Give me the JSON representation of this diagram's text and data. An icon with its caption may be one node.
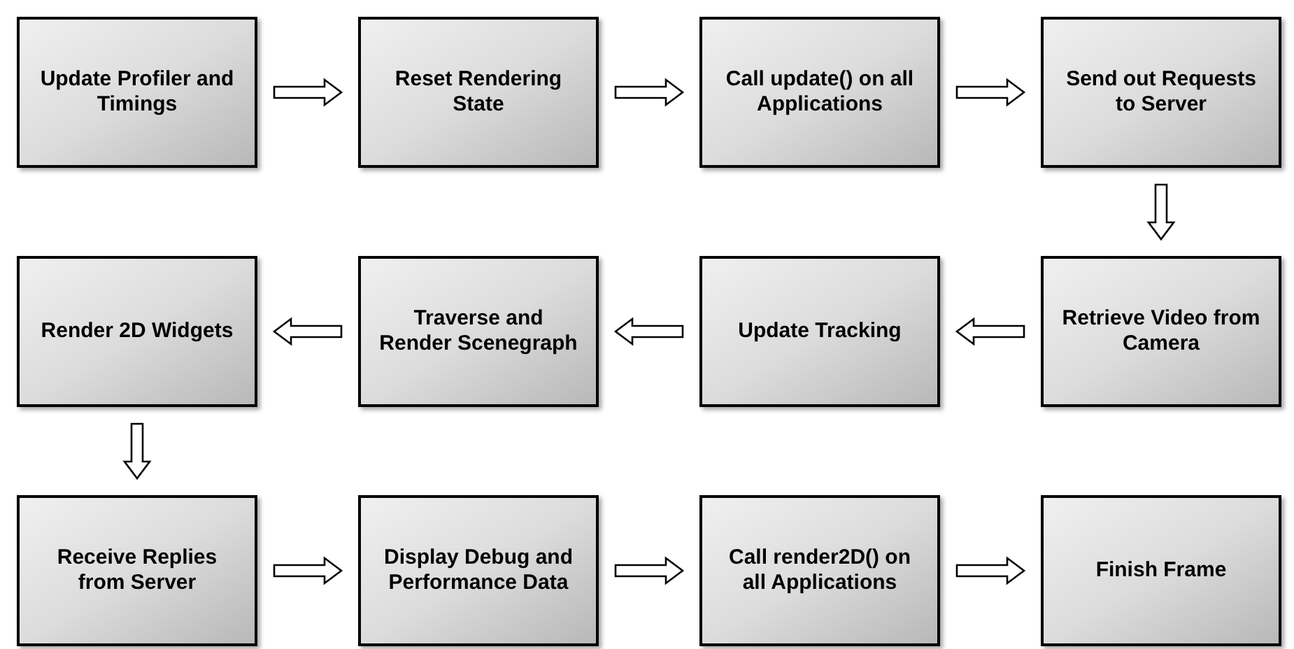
{
  "diagram": {
    "nodes": [
      {
        "text": [
          "Update Profiler and Timings"
        ]
      },
      {
        "text": [
          "Reset Rendering State"
        ]
      },
      {
        "text": [
          "Call update() on all Applications"
        ]
      },
      {
        "text": [
          "Send out Requests to Server"
        ]
      },
      {
        "text": [
          "Render 2D Widgets"
        ]
      },
      {
        "text": [
          "Traverse and Render Scenegraph"
        ]
      },
      {
        "text": [
          "Update Tracking"
        ]
      },
      {
        "text": [
          "Retrieve Video from Camera"
        ]
      },
      {
        "text": [
          "Receive Replies from Server"
        ]
      },
      {
        "text": [
          "Display Debug and Performance Data"
        ]
      },
      {
        "text": [
          "Call render2D() on all Applications"
        ]
      },
      {
        "text": [
          "Finish Frame"
        ]
      }
    ],
    "edges": [
      {
        "from": 0,
        "to": 1,
        "arrow": "to"
      },
      {
        "from": 1,
        "to": 2,
        "arrow": "to"
      },
      {
        "from": 2,
        "to": 3,
        "arrow": "to"
      },
      {
        "from": 3,
        "to": 7,
        "arrow": "to"
      },
      {
        "from": 7,
        "to": 6,
        "arrow": "to"
      },
      {
        "from": 6,
        "to": 5,
        "arrow": "to"
      },
      {
        "from": 5,
        "to": 4,
        "arrow": "to"
      },
      {
        "from": 4,
        "to": 8,
        "arrow": "to"
      },
      {
        "from": 8,
        "to": 9,
        "arrow": "to"
      },
      {
        "from": 9,
        "to": 10,
        "arrow": "to"
      },
      {
        "from": 10,
        "to": 11,
        "arrow": "to"
      }
    ]
  }
}
